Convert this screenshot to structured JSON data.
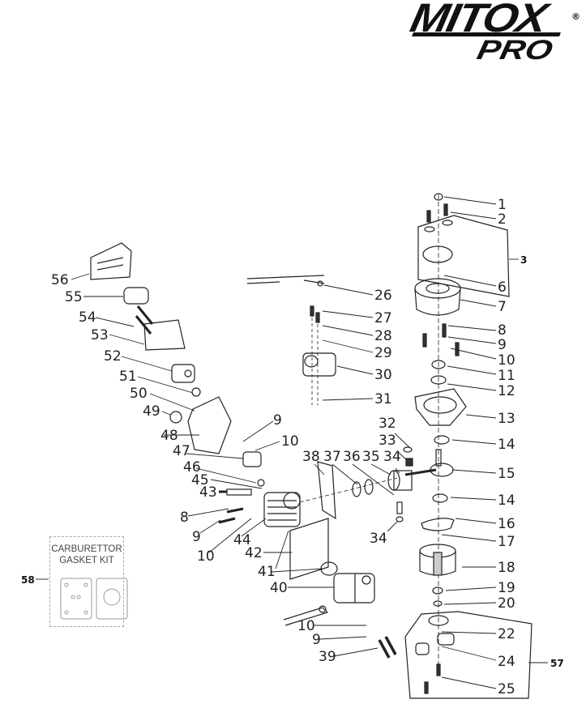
{
  "brand": {
    "name": "MITOX",
    "registered_mark": "®",
    "subline": "PRO"
  },
  "diagram": {
    "title": "Exploded parts diagram",
    "kit_box": {
      "title_line1": "CARBURETTOR",
      "title_line2": "GASKET KIT",
      "part_no": "58"
    },
    "callouts": [
      {
        "id": "c1",
        "label": "1"
      },
      {
        "id": "c2",
        "label": "2"
      },
      {
        "id": "c3",
        "label": "3"
      },
      {
        "id": "c6",
        "label": "6"
      },
      {
        "id": "c7",
        "label": "7"
      },
      {
        "id": "c8a",
        "label": "8"
      },
      {
        "id": "c9a",
        "label": "9"
      },
      {
        "id": "c10a",
        "label": "10"
      },
      {
        "id": "c11",
        "label": "11"
      },
      {
        "id": "c12",
        "label": "12"
      },
      {
        "id": "c13",
        "label": "13"
      },
      {
        "id": "c14a",
        "label": "14"
      },
      {
        "id": "c15",
        "label": "15"
      },
      {
        "id": "c14b",
        "label": "14"
      },
      {
        "id": "c16",
        "label": "16"
      },
      {
        "id": "c17",
        "label": "17"
      },
      {
        "id": "c18",
        "label": "18"
      },
      {
        "id": "c19",
        "label": "19"
      },
      {
        "id": "c20",
        "label": "20"
      },
      {
        "id": "c22",
        "label": "22"
      },
      {
        "id": "c24",
        "label": "24"
      },
      {
        "id": "c25",
        "label": "25"
      },
      {
        "id": "c57",
        "label": "57"
      },
      {
        "id": "c26",
        "label": "26"
      },
      {
        "id": "c27",
        "label": "27"
      },
      {
        "id": "c28",
        "label": "28"
      },
      {
        "id": "c29",
        "label": "29"
      },
      {
        "id": "c30",
        "label": "30"
      },
      {
        "id": "c31",
        "label": "31"
      },
      {
        "id": "c32",
        "label": "32"
      },
      {
        "id": "c33",
        "label": "33"
      },
      {
        "id": "c34a",
        "label": "34"
      },
      {
        "id": "c35",
        "label": "35"
      },
      {
        "id": "c36",
        "label": "36"
      },
      {
        "id": "c37",
        "label": "37"
      },
      {
        "id": "c38",
        "label": "38"
      },
      {
        "id": "c34b",
        "label": "34"
      },
      {
        "id": "c56",
        "label": "56"
      },
      {
        "id": "c55",
        "label": "55"
      },
      {
        "id": "c54",
        "label": "54"
      },
      {
        "id": "c53",
        "label": "53"
      },
      {
        "id": "c52",
        "label": "52"
      },
      {
        "id": "c51",
        "label": "51"
      },
      {
        "id": "c50",
        "label": "50"
      },
      {
        "id": "c49",
        "label": "49"
      },
      {
        "id": "c48",
        "label": "48"
      },
      {
        "id": "c9b",
        "label": "9"
      },
      {
        "id": "c10b",
        "label": "10"
      },
      {
        "id": "c47",
        "label": "47"
      },
      {
        "id": "c46",
        "label": "46"
      },
      {
        "id": "c45",
        "label": "45"
      },
      {
        "id": "c43",
        "label": "43"
      },
      {
        "id": "c8b",
        "label": "8"
      },
      {
        "id": "c9c",
        "label": "9"
      },
      {
        "id": "c10c",
        "label": "10"
      },
      {
        "id": "c44",
        "label": "44"
      },
      {
        "id": "c42",
        "label": "42"
      },
      {
        "id": "c41",
        "label": "41"
      },
      {
        "id": "c40",
        "label": "40"
      },
      {
        "id": "c10d",
        "label": "10"
      },
      {
        "id": "c9d",
        "label": "9"
      },
      {
        "id": "c39",
        "label": "39"
      },
      {
        "id": "c58",
        "label": "58"
      }
    ]
  }
}
